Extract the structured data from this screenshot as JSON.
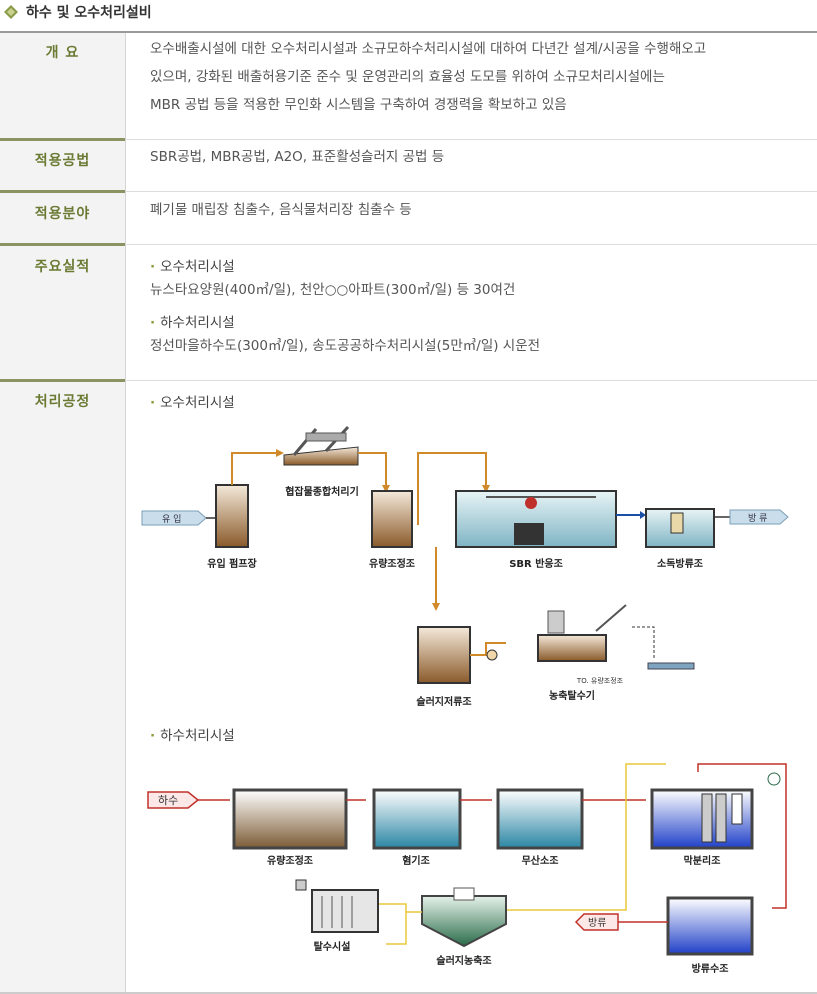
{
  "page_title": "하수 및 오수처리설비",
  "overview": {
    "label": "개   요",
    "lines": [
      "오수배출시설에 대한 오수처리시설과 소규모하수처리시설에 대하여 다년간 설계/시공을 수행해오고",
      "있으며, 강화된 배출허용기준 준수 및 운영관리의 효율성 도모를 위하여 소규모처리시설에는",
      "MBR 공법 등을 적용한 무인화 시스템을 구축하여 경쟁력을 확보하고 있음"
    ]
  },
  "methods": {
    "label": "적용공법",
    "text": "SBR공법, MBR공법, A2O, 표준활성슬러지 공법 등"
  },
  "fields": {
    "label": "적용분야",
    "text": "폐기물 매립장 침출수, 음식물처리장 침출수 등"
  },
  "results": {
    "label": "주요실적",
    "items": [
      {
        "heading": "오수처리시설",
        "text": "뉴스타요양원(400㎥/일), 천안○○아파트(300㎥/일) 등 30여건"
      },
      {
        "heading": "하수처리시설",
        "text": "정선마을하수도(300㎥/일), 송도공공하수처리시설(5만㎥/일) 시운전"
      }
    ]
  },
  "process": {
    "label": "처리공정",
    "sewage_heading": "오수처리시설",
    "wastewater_heading": "하수처리시설",
    "d1": {
      "inflow": "유 입",
      "pump": "유입 펌프장",
      "screen": "협잡물종합처리기",
      "equal": "유량조정조",
      "sbr": "SBR 반응조",
      "disinfect": "소독방류조",
      "discharge": "방 류",
      "sludge": "슬러지저류조",
      "dewater": "농축탈수기",
      "to_equal": "TO. 유량조정조"
    },
    "d2": {
      "inflow": "하수",
      "equal": "유량조정조",
      "anoxic": "혐기조",
      "aerobic": "무산소조",
      "membrane": "막분리조",
      "discharge": "방류",
      "dewater": "탈수시설",
      "thickener": "슬러지농축조",
      "effluent": "방류수조"
    }
  },
  "colors": {
    "accent": "#8c9362",
    "label": "#6a7a33",
    "arrow_orange": "#d08a2a",
    "arrow_red": "#c0302a",
    "pipe_yellow": "#e8c83a"
  }
}
